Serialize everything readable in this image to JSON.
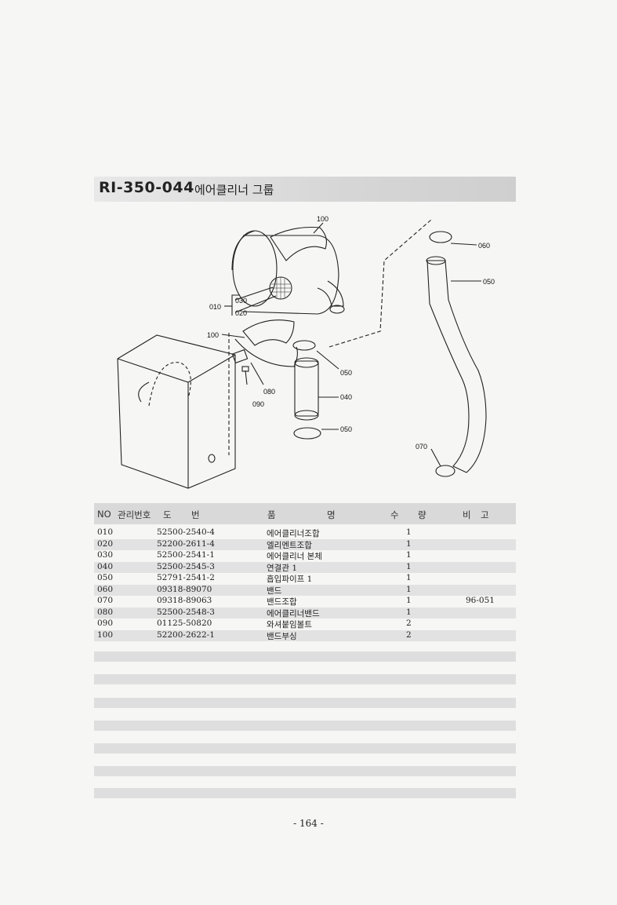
{
  "title": {
    "code": "RI-350-044",
    "name": "에어클리너 그룹"
  },
  "diagram": {
    "callouts": [
      "100",
      "060",
      "050",
      "030",
      "010",
      "020",
      "100",
      "050",
      "080",
      "090",
      "040",
      "050",
      "070"
    ]
  },
  "table": {
    "headers": [
      "NO",
      "관리번호",
      "도",
      "번",
      "품",
      "명",
      "수",
      "량",
      "비",
      "고"
    ],
    "rows": [
      {
        "no": "010",
        "part": "52500-2540-4",
        "name": "에어클리너조합",
        "qty": "1",
        "note": ""
      },
      {
        "no": "020",
        "part": "52200-2611-4",
        "name": "엘리멘트조합",
        "qty": "1",
        "note": ""
      },
      {
        "no": "030",
        "part": "52500-2541-1",
        "name": "에어클리너 본체",
        "qty": "1",
        "note": ""
      },
      {
        "no": "040",
        "part": "52500-2545-3",
        "name": "연결관 1",
        "qty": "1",
        "note": ""
      },
      {
        "no": "050",
        "part": "52791-2541-2",
        "name": "흡입파이프 1",
        "qty": "1",
        "note": ""
      },
      {
        "no": "060",
        "part": "09318-89070",
        "name": "밴드",
        "qty": "1",
        "note": ""
      },
      {
        "no": "070",
        "part": "09318-89063",
        "name": "밴드조합",
        "qty": "1",
        "note": "96-051"
      },
      {
        "no": "080",
        "part": "52500-2548-3",
        "name": "에어클리너밴드",
        "qty": "1",
        "note": ""
      },
      {
        "no": "090",
        "part": "01125-50820",
        "name": "와셔붙임볼트",
        "qty": "2",
        "note": ""
      },
      {
        "no": "100",
        "part": "52200-2622-1",
        "name": "밴드부싱",
        "qty": "2",
        "note": ""
      }
    ]
  },
  "page_number": "- 164 -"
}
